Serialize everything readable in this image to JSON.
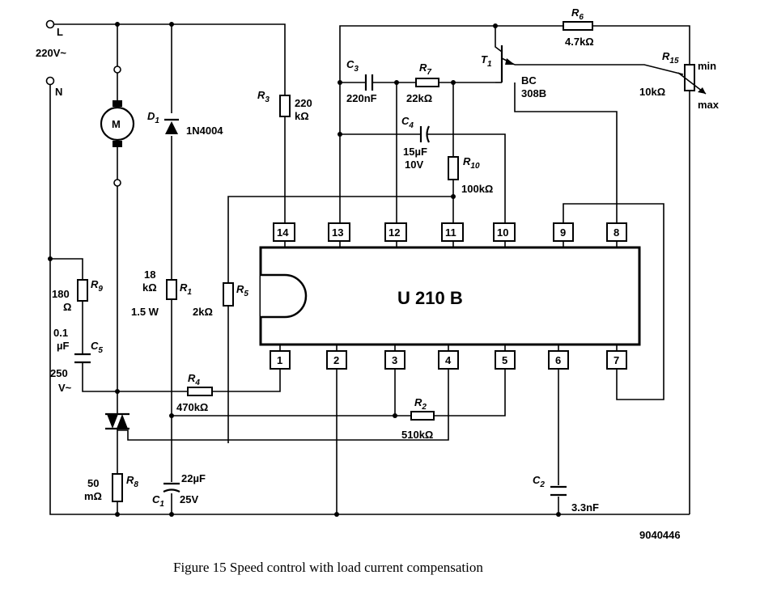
{
  "figure": {
    "caption": "Figure 15  Speed control with load current compensation",
    "code": "9040446"
  },
  "supply": {
    "line": "L",
    "neutral": "N",
    "voltage": "220V~"
  },
  "ic": {
    "name": "U 210 B",
    "pins": [
      "1",
      "2",
      "3",
      "4",
      "5",
      "6",
      "7",
      "8",
      "9",
      "10",
      "11",
      "12",
      "13",
      "14"
    ]
  },
  "components": {
    "motor": {
      "symbol": "M"
    },
    "d1": {
      "ref": "D",
      "sub": "1",
      "value": "1N4004"
    },
    "r1": {
      "ref": "R",
      "sub": "1",
      "value_line1": "18",
      "value_line2": "kΩ",
      "power": "1.5 W"
    },
    "r2": {
      "ref": "R",
      "sub": "2",
      "value": "510kΩ"
    },
    "r3": {
      "ref": "R",
      "sub": "3",
      "value_line1": "220",
      "value_line2": "kΩ"
    },
    "r4": {
      "ref": "R",
      "sub": "4",
      "value": "470kΩ"
    },
    "r5": {
      "ref": "R",
      "sub": "5",
      "value": "2kΩ"
    },
    "r6": {
      "ref": "R",
      "sub": "6",
      "value": "4.7kΩ"
    },
    "r7": {
      "ref": "R",
      "sub": "7",
      "value": "22kΩ"
    },
    "r8": {
      "ref": "R",
      "sub": "8",
      "value_line1": "50",
      "value_line2": "mΩ"
    },
    "r9": {
      "ref": "R",
      "sub": "9",
      "value_line1": "180",
      "value_line2": "Ω"
    },
    "r10": {
      "ref": "R",
      "sub": "10",
      "value": "100kΩ"
    },
    "r15": {
      "ref": "R",
      "sub": "15",
      "value": "10kΩ",
      "min": "min",
      "max": "max"
    },
    "c1": {
      "ref": "C",
      "sub": "1",
      "value_line1": "22µF",
      "value_line2": "25V"
    },
    "c2": {
      "ref": "C",
      "sub": "2",
      "value": "3.3nF"
    },
    "c3": {
      "ref": "C",
      "sub": "3",
      "value": "220nF"
    },
    "c4": {
      "ref": "C",
      "sub": "4",
      "value_line1": "15µF",
      "value_line2": "10V"
    },
    "c5": {
      "ref": "C",
      "sub": "5",
      "value_line1": "0.1",
      "value_line2": "µF",
      "value_line3": "250",
      "value_line4": "V~"
    },
    "t1": {
      "ref": "T",
      "sub": "1",
      "type_line1": "BC",
      "type_line2": "308B"
    }
  }
}
